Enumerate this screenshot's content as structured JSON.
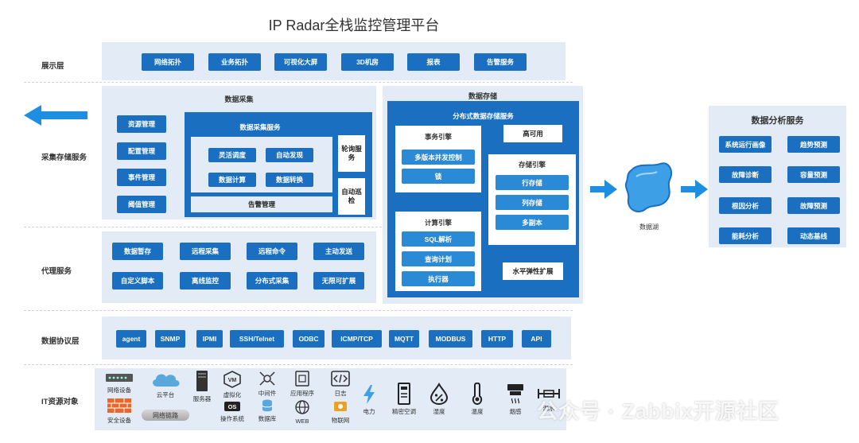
{
  "title": "IP Radar全栈监控管理平台",
  "layers": {
    "display": "展示层",
    "collect_store": "采集存储服务",
    "agent": "代理服务",
    "protocol": "数据协议层",
    "it": "IT资源对象"
  },
  "display_items": [
    "网络拓扑",
    "业务拓扑",
    "可视化大屏",
    "3D机房",
    "报表",
    "告警服务"
  ],
  "collection": {
    "title": "数据采集",
    "left_items": [
      "资源管理",
      "配置管理",
      "事件管理",
      "阈值管理"
    ],
    "service_title": "数据采集服务",
    "grid": [
      "灵活调度",
      "自动发现",
      "数据计算",
      "数据转换"
    ],
    "alarm": "告警管理",
    "side": [
      "轮询服务",
      "自动巡检"
    ]
  },
  "agent_items": [
    "数据暂存",
    "远程采集",
    "远程命令",
    "主动发送",
    "自定义脚本",
    "离线监控",
    "分布式采集",
    "无限可扩展"
  ],
  "storage": {
    "title": "数据存储",
    "service_title": "分布式数据存储服务",
    "tx_title": "事务引擎",
    "tx_items": [
      "多版本并发控制",
      "锁"
    ],
    "ha": "高可用",
    "store_title": "存储引擎",
    "store_items": [
      "行存储",
      "列存储",
      "多副本"
    ],
    "compute_title": "计算引擎",
    "compute_items": [
      "SQL解析",
      "查询计划",
      "执行器"
    ],
    "scale": "水平弹性扩展"
  },
  "lake": "数据湖",
  "analysis": {
    "title": "数据分析服务",
    "items": [
      "系统运行画像",
      "趋势预测",
      "故障诊断",
      "容量预测",
      "根因分析",
      "故障预测",
      "能耗分析",
      "动态基线"
    ]
  },
  "protocols": [
    "agent",
    "SNMP",
    "IPMI",
    "SSH/Telnet",
    "ODBC",
    "ICMP/TCP",
    "MQTT",
    "MODBUS",
    "HTTP",
    "API"
  ],
  "resources": {
    "network": "网络设备",
    "security": "安全设备",
    "cloud": "云平台",
    "link": "网络链路",
    "server": "服务器",
    "virtual": "虚拟化",
    "virtual_badge": "VM",
    "os": "操作系统",
    "os_badge": "OS",
    "middleware": "中间件",
    "database": "数据库",
    "app": "应用程序",
    "web": "WEB",
    "log": "日志",
    "iot": "物联网",
    "power": "电力",
    "ac": "精密空调",
    "humidity": "湿度",
    "temp": "温度",
    "smoke": "烟感",
    "water": "漏水"
  },
  "watermark": "公众号 · Zabbix开源社区",
  "colors": {
    "primary": "#1a6fc1",
    "band": "#e2ebf6",
    "arrow": "#1e8fe0"
  }
}
